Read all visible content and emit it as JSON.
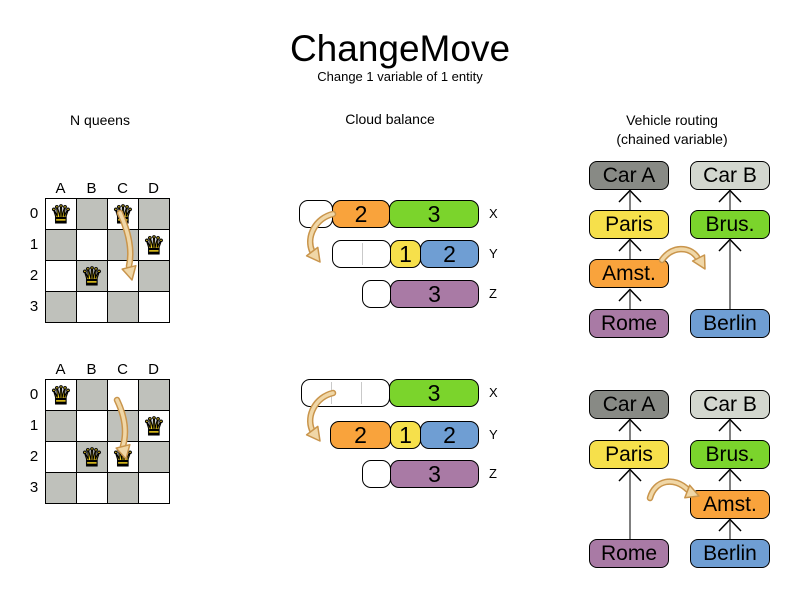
{
  "title": "ChangeMove",
  "subtitle": "Change 1 variable of 1 entity",
  "sections": {
    "nqueens_label": "N queens",
    "cloud_label": "Cloud balance",
    "vehicle_label": "Vehicle routing",
    "vehicle_sublabel": "(chained variable)"
  },
  "colors": {
    "orange": "#f9a33c",
    "green": "#7bd42c",
    "yellow": "#f6e04b",
    "blue": "#6f9ed3",
    "purple": "#a97aa5",
    "dark_gray": "#888a85",
    "light_gray": "#d3d7cf",
    "board_dark": "#bfc1bb",
    "move_arrow": "#c9954c"
  },
  "queens": {
    "glyph": "♛",
    "columns": [
      "A",
      "B",
      "C",
      "D"
    ],
    "rows": [
      "0",
      "1",
      "2",
      "3"
    ],
    "before": {
      "queen_positions": [
        "A0",
        "C0",
        "D1",
        "B2"
      ],
      "move": {
        "from": "C0",
        "to": "C2"
      }
    },
    "after": {
      "queen_positions": [
        "A0",
        "D1",
        "B2",
        "C2"
      ]
    }
  },
  "cloud": {
    "before": {
      "rows": [
        {
          "label": "X",
          "segs": [
            {
              "empty": true
            },
            {
              "value": "2",
              "color": "#f9a33c"
            },
            {
              "value": "3",
              "color": "#7bd42c"
            }
          ]
        },
        {
          "label": "Y",
          "segs": [
            {
              "empty": true
            },
            {
              "value": "1",
              "color": "#f6e04b"
            },
            {
              "value": "2",
              "color": "#6f9ed3"
            }
          ]
        },
        {
          "label": "Z",
          "segs": [
            {
              "empty": true
            },
            {
              "value": "3",
              "color": "#a97aa5"
            }
          ]
        }
      ],
      "move": {
        "process": "2",
        "from": "X",
        "to": "Y"
      }
    },
    "after": {
      "rows": [
        {
          "label": "X",
          "segs": [
            {
              "empty": true
            },
            {
              "value": "3",
              "color": "#7bd42c"
            }
          ]
        },
        {
          "label": "Y",
          "segs": [
            {
              "value": "2",
              "color": "#f9a33c"
            },
            {
              "value": "1",
              "color": "#f6e04b"
            },
            {
              "value": "2",
              "color": "#6f9ed3"
            }
          ]
        },
        {
          "label": "Z",
          "segs": [
            {
              "empty": true
            },
            {
              "value": "3",
              "color": "#a97aa5"
            }
          ]
        }
      ]
    }
  },
  "vehicle": {
    "before": {
      "left": [
        {
          "label": "Car A",
          "color": "#888a85"
        },
        {
          "label": "Paris",
          "color": "#f6e04b"
        },
        {
          "label": "Amst.",
          "color": "#f9a33c"
        },
        {
          "label": "Rome",
          "color": "#a97aa5"
        }
      ],
      "right": [
        {
          "label": "Car B",
          "color": "#d3d7cf"
        },
        {
          "label": "Brus.",
          "color": "#7bd42c"
        },
        {
          "label": "Berlin",
          "color": "#6f9ed3"
        }
      ],
      "move": {
        "entity": "Amst.",
        "from_chain": "Car A",
        "to_chain": "Car B"
      }
    },
    "after": {
      "left": [
        {
          "label": "Car A",
          "color": "#888a85"
        },
        {
          "label": "Paris",
          "color": "#f6e04b"
        },
        {
          "label": "Rome",
          "color": "#a97aa5"
        }
      ],
      "right": [
        {
          "label": "Car B",
          "color": "#d3d7cf"
        },
        {
          "label": "Brus.",
          "color": "#7bd42c"
        },
        {
          "label": "Amst.",
          "color": "#f9a33c"
        },
        {
          "label": "Berlin",
          "color": "#6f9ed3"
        }
      ]
    }
  }
}
